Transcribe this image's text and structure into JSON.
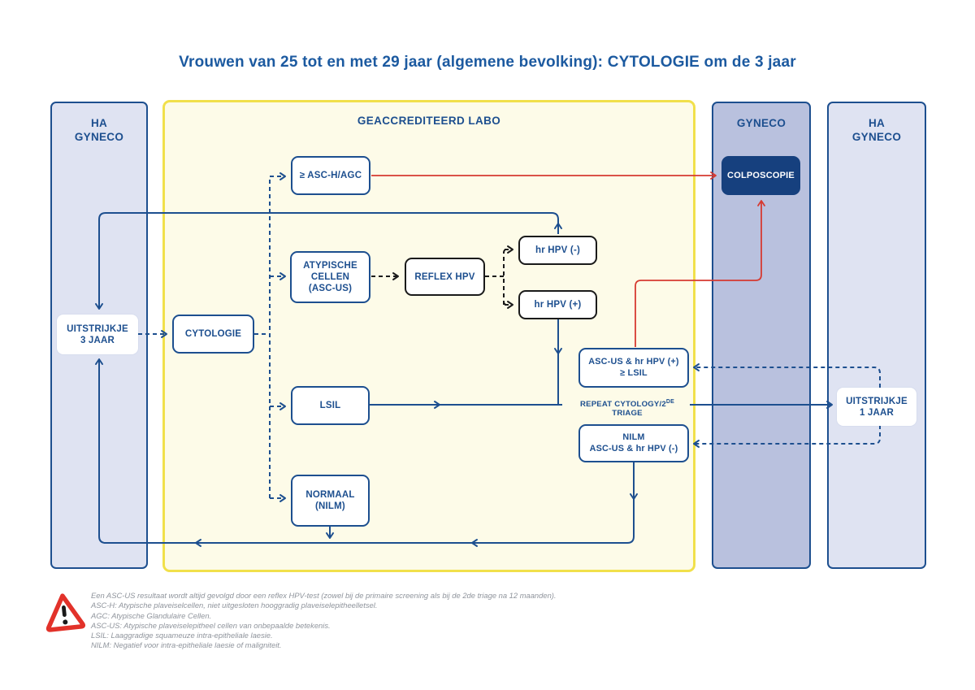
{
  "title": "Vrouwen van 25 tot en met 29 jaar (algemene bevolking): CYTOLOGIE om de 3 jaar",
  "columns": {
    "ha_left": "HA\nGYNECO",
    "labo": "GEACCREDITEERD LABO",
    "gyneco": "GYNECO",
    "ha_right": "HA\nGYNECO"
  },
  "nodes": {
    "asch_agc": "≥ ASC-H/AGC",
    "atypische": "ATYPISCHE\nCELLEN\n(ASC-US)",
    "reflex_hpv": "REFLEX HPV",
    "hr_hpv_neg": "hr HPV (-)",
    "hr_hpv_pos": "hr HPV (+)",
    "cytologie": "CYTOLOGIE",
    "uitstrijkje_3jaar": "UITSTRIJKJE\n3 JAAR",
    "ascus_hpv_pos": "ASC-US & hr HPV (+)\n≥ LSIL",
    "lsil": "LSIL",
    "repeat": {
      "pre": "REPEAT CYTOLOGY/2",
      "sup": "DE",
      "post": " TRIAGE"
    },
    "nilm_hpv_neg": "NILM\nASC-US & hr HPV (-)",
    "uitstrijkje_1jaar": "UITSTRIJKJE\n1 JAAR",
    "normaal": "NORMAAL\n(NILM)",
    "colposcopie": "COLPOSCOPIE"
  },
  "footnotes": [
    "Een ASC-US resultaat wordt altijd gevolgd door een reflex HPV-test (zowel bij de primaire screening als bij de 2de triage na 12 maanden).",
    "ASC-H: Atypische plaveiselcellen, niet uitgesloten hooggradig plaveiselepitheelletsel.",
    "AGC: Atypische Glandulaire Cellen.",
    "ASC-US: Atypische plaveiselepitheel cellen van onbepaalde betekenis.",
    "LSIL: Laaggradige squameuze intra-epitheliale laesie.",
    "NILM: Negatief voor intra-epitheliale laesie of maligniteit."
  ],
  "colors": {
    "primary_blue": "#1d4f8f",
    "title_blue": "#1c5aa0",
    "red": "#d63a31",
    "yellow_border": "#f1e04b",
    "labo_bg": "#fdfbe8",
    "column_light": "#dfe3f2",
    "column_medium": "#b9c1de",
    "colposcopie_bg": "#16407e",
    "black": "#1a1a1a",
    "footnote_gray": "#8f949c"
  }
}
